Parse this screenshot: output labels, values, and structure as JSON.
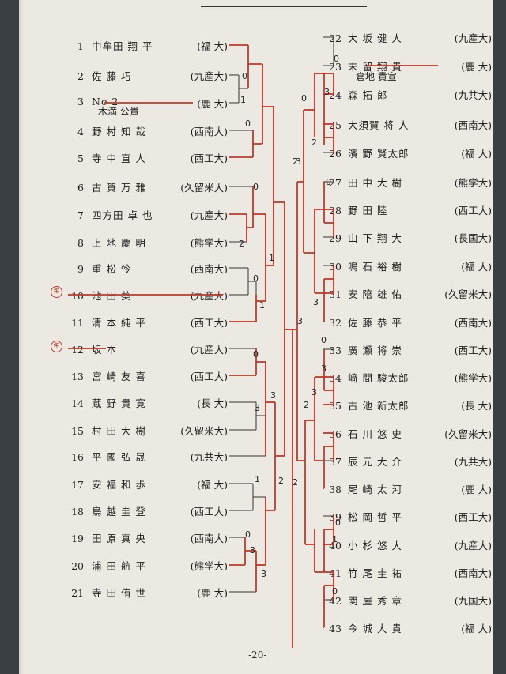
{
  "page_number": "-20-",
  "left_entries": [
    {
      "no": "1",
      "name": "中牟田 翔 平",
      "aff": "(福 大)"
    },
    {
      "no": "2",
      "name": "佐 藤 巧",
      "aff": "(九産大)"
    },
    {
      "no": "3",
      "name": "No 2",
      "aff": "(鹿 大)"
    },
    {
      "no": "4",
      "name": "野 村 知 哉",
      "aff": "(西南大)"
    },
    {
      "no": "5",
      "name": "寺 中 直 人",
      "aff": "(西工大)"
    },
    {
      "no": "6",
      "name": "古 賀 万 雅",
      "aff": "(久留米大)"
    },
    {
      "no": "7",
      "name": "四方田 卓 也",
      "aff": "(九産大)"
    },
    {
      "no": "8",
      "name": "上 地 慶 明",
      "aff": "(熊学大)"
    },
    {
      "no": "9",
      "name": "重 松 怜",
      "aff": "(西南大)"
    },
    {
      "no": "10",
      "name": "池 田 葵",
      "aff": "(九産大)"
    },
    {
      "no": "11",
      "name": "清 本 純 平",
      "aff": "(西工大)"
    },
    {
      "no": "12",
      "name": "坂 本",
      "aff": "(九産大)"
    },
    {
      "no": "13",
      "name": "宮 崎 友 喜",
      "aff": "(西工大)"
    },
    {
      "no": "14",
      "name": "蔵 野 貴 寛",
      "aff": "(長 大)"
    },
    {
      "no": "15",
      "name": "村 田 大 樹",
      "aff": "(久留米大)"
    },
    {
      "no": "16",
      "name": "平 國 弘 晟",
      "aff": "(九共大)"
    },
    {
      "no": "17",
      "name": "安 福 和 歩",
      "aff": "(福 大)"
    },
    {
      "no": "18",
      "name": "鳥 越 圭 登",
      "aff": "(西工大)"
    },
    {
      "no": "19",
      "name": "田 原 真 央",
      "aff": "(西南大)"
    },
    {
      "no": "20",
      "name": "浦 田 航 平",
      "aff": "(熊学大)"
    },
    {
      "no": "21",
      "name": "寺 田 侑 世",
      "aff": "(鹿 大)"
    }
  ],
  "right_entries": [
    {
      "no": "22",
      "name": "大 坂 健 人",
      "aff": "(九産大)"
    },
    {
      "no": "23",
      "name": "末 留 翔 貴",
      "aff": "(鹿 大)"
    },
    {
      "no": "24",
      "name": "森 拓 郎",
      "aff": "(九共大)"
    },
    {
      "no": "25",
      "name": "大須賀 将 人",
      "aff": "(西南大)"
    },
    {
      "no": "26",
      "name": "濱 野 賢太郎",
      "aff": "(福 大)"
    },
    {
      "no": "27",
      "name": "田 中 大 樹",
      "aff": "(熊学大)"
    },
    {
      "no": "28",
      "name": "野 田 陸",
      "aff": "(西工大)"
    },
    {
      "no": "29",
      "name": "山 下 翔 大",
      "aff": "(長国大)"
    },
    {
      "no": "30",
      "name": "鳴 石 裕 樹",
      "aff": "(福 大)"
    },
    {
      "no": "31",
      "name": "安 陪 雄 佑",
      "aff": "(久留米大)"
    },
    {
      "no": "32",
      "name": "佐 藤 恭 平",
      "aff": "(西南大)"
    },
    {
      "no": "33",
      "name": "廣 瀬 将 崇",
      "aff": "(西工大)"
    },
    {
      "no": "34",
      "name": "﨑 間 駿太郎",
      "aff": "(熊学大)"
    },
    {
      "no": "35",
      "name": "古 池 新太郎",
      "aff": "(長 大)"
    },
    {
      "no": "36",
      "name": "石 川 悠 史",
      "aff": "(久留米大)"
    },
    {
      "no": "37",
      "name": "辰 元 大 介",
      "aff": "(九共大)"
    },
    {
      "no": "38",
      "name": "尾 崎 太 河",
      "aff": "(鹿 大)"
    },
    {
      "no": "39",
      "name": "松 岡 哲 平",
      "aff": "(西工大)"
    },
    {
      "no": "40",
      "name": "小 杉 悠 大",
      "aff": "(九産大)"
    },
    {
      "no": "41",
      "name": "竹 尾 圭 祐",
      "aff": "(西南大)"
    },
    {
      "no": "42",
      "name": "関 屋 秀 章",
      "aff": "(九国大)"
    },
    {
      "no": "43",
      "name": "今 城 大 貴",
      "aff": "(福 大)"
    }
  ],
  "handwritten": {
    "note_3": "木満 公貴",
    "note_23": "倉地 貴宣",
    "mark_10": "キ",
    "mark_12": "キ"
  },
  "scores": {
    "s1": "0",
    "s2": "1",
    "s3": "0",
    "s4": "0",
    "s5": "2",
    "s6": "1",
    "s7": "0",
    "s8": "1",
    "s9": "0",
    "s10": "3",
    "s11": "3",
    "s12": "1",
    "s13": "0",
    "s14": "3",
    "s15": "2",
    "s16": "3",
    "s17": "3",
    "s18": "3",
    "r1": "0",
    "r2": "3",
    "r3": "0",
    "r4": "2",
    "r5": "2",
    "r6": "0",
    "r7": "3",
    "r8": "0",
    "r9": "3",
    "r10": "2",
    "r11": "0",
    "r12": "2",
    "r13": "1",
    "r14": "0",
    "r15": "3"
  },
  "colors": {
    "red": "#c0392b",
    "line": "#333333"
  }
}
